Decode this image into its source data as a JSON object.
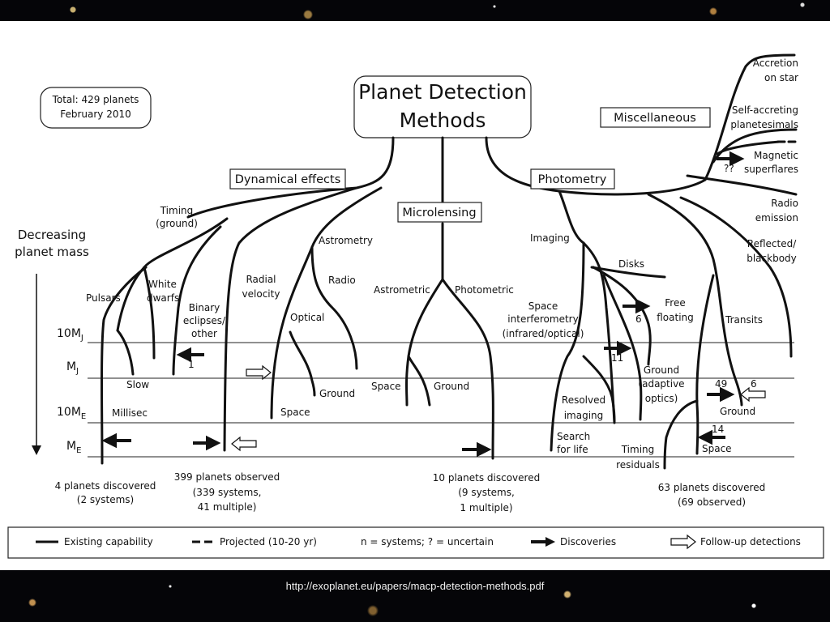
{
  "title": [
    "Planet Detection",
    "Methods"
  ],
  "total_note": [
    "Total: 429 planets",
    "February 2010"
  ],
  "side_label": [
    "Decreasing",
    "planet mass"
  ],
  "mass_scale": {
    "m10mj": [
      "10M",
      "J"
    ],
    "mj": [
      "M",
      "J"
    ],
    "m10me": [
      "10M",
      "E"
    ],
    "me": [
      "M",
      "E"
    ]
  },
  "categories": {
    "dynamical": "Dynamical effects",
    "microlensing": "Microlensing",
    "photometry": "Photometry",
    "misc": "Miscellaneous"
  },
  "dynamical": {
    "timing": [
      "Timing",
      "(ground)"
    ],
    "pulsars": "Pulsars",
    "white_dwarfs": [
      "White",
      "dwarfs"
    ],
    "binary": [
      "Binary",
      "eclipses/",
      "other"
    ],
    "radial_velocity": [
      "Radial",
      "velocity"
    ],
    "astrometry": "Astrometry",
    "radio": "Radio",
    "optical": "Optical",
    "slow": "Slow",
    "millisec": "Millisec",
    "ground": "Ground",
    "space": "Space",
    "count_binary": "1"
  },
  "micro": {
    "astrometric": "Astrometric",
    "photometric": "Photometric",
    "space": "Space",
    "ground": "Ground"
  },
  "photo": {
    "imaging": "Imaging",
    "disks": "Disks",
    "free_floating": [
      "Free",
      "floating"
    ],
    "space_interf": [
      "Space",
      "interferometry",
      "(infrared/optical)"
    ],
    "ground_ao": [
      "Ground",
      "(adaptive",
      "optics)"
    ],
    "resolved": [
      "Resolved",
      "imaging"
    ],
    "search_life": [
      "Search",
      "for life"
    ],
    "timing_res": [
      "Timing",
      "residuals"
    ],
    "transits": "Transits",
    "reflected": [
      "Reflected/",
      "blackbody"
    ],
    "ground": "Ground",
    "space": "Space",
    "n6_free": "6",
    "n11": "11",
    "n49": "49",
    "n6": "6",
    "n14": "14"
  },
  "misc": {
    "accretion": [
      "Accretion",
      "on star"
    ],
    "self_accreting": [
      "Self-accreting",
      "planetesimals"
    ],
    "magnetic": [
      "Magnetic",
      "superflares"
    ],
    "radio_emission": [
      "Radio",
      "emission"
    ],
    "uncertain": "??"
  },
  "totals": {
    "dyn_left": [
      "4 planets discovered",
      "(2 systems)"
    ],
    "rv": [
      "399 planets observed",
      "(339 systems,",
      "41 multiple)"
    ],
    "micro": [
      "10 planets discovered",
      "(9 systems,",
      "1 multiple)"
    ],
    "transits": [
      "63 planets discovered",
      "(69 observed)"
    ]
  },
  "legend": {
    "existing": "Existing capability",
    "projected": "Projected (10-20 yr)",
    "note": "n = systems; ? = uncertain",
    "discoveries": "Discoveries",
    "followup": "Follow-up detections"
  },
  "source_url": "http://exoplanet.eu/papers/macp-detection-methods.pdf"
}
